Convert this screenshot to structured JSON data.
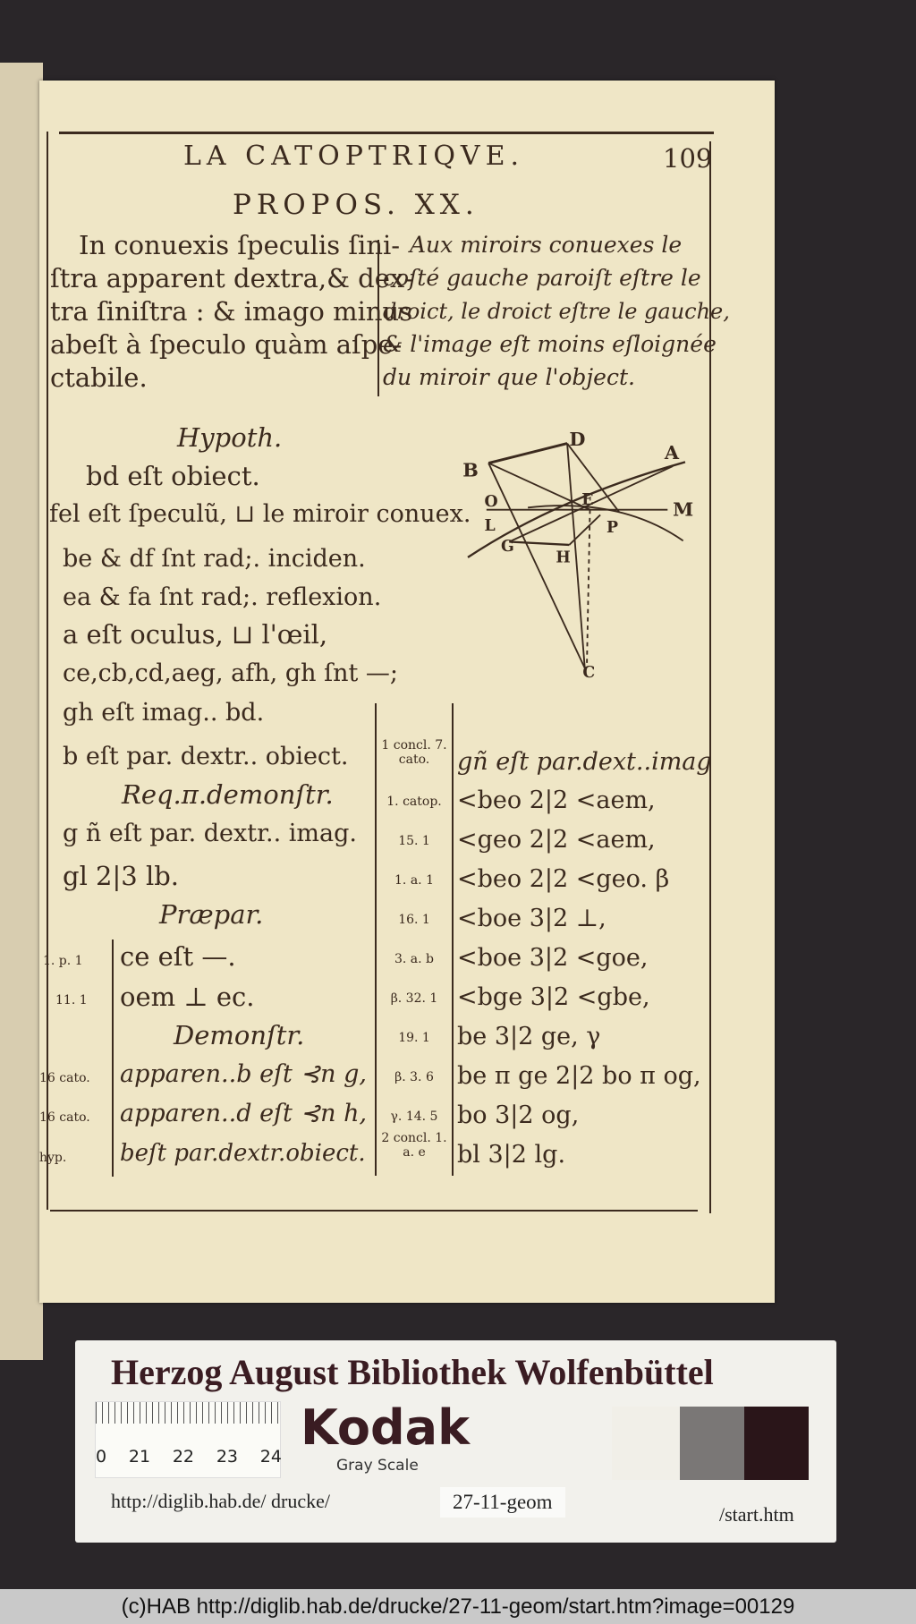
{
  "header": {
    "title": "LA CATOPTRIQVE.",
    "page_number": "109",
    "proposition": "PROPOS. XX."
  },
  "statement": {
    "latin": [
      "In conuexis ſpeculis ſini-",
      "ſtra apparent dextra,& dex-",
      "tra ſiniſtra : & imago minus",
      "abeſt à ſpeculo quàm aſpe-",
      "ctabile."
    ],
    "french": [
      "Aux miroirs conuexes le",
      "coſté gauche paroiſt eſtre le",
      "droict, le droict eſtre le gauche,",
      "& l'image eſt moins eſloignée",
      "du miroir que l'object."
    ]
  },
  "hypothesis": [
    "Hypoth.",
    "bd eſt obiect.",
    "fel eſt ſpeculũ, ⊔ le miroir conuex.",
    "be & df ſnt rad;. inciden.",
    "ea & fa ſnt rad;. reflexion.",
    "a eſt oculus, ⊔ l'œil,",
    "ce,cb,cd,aeg, afh, gh ſnt —;",
    "gh eſt imag.. bd.",
    "b eſt par. dextr.. obiect.",
    "Req.π.demonſtr.",
    "g ñ eſt par. dextr.. imag.",
    "gl 2|3 lb.",
    "Præpar."
  ],
  "prep_rows": [
    {
      "ref": "1. p. 1",
      "text": "ce eſt —."
    },
    {
      "ref": "11. 1",
      "text": "oem ⊥ ec."
    }
  ],
  "demonstr_heading": "Demonſtr.",
  "demo_rows": [
    {
      "ref": "16 cato.",
      "text": "apparen..b eſt ⊰n g,"
    },
    {
      "ref": "16 cato.",
      "text": "apparen..d eſt ⊰n h,"
    },
    {
      "ref": "hyp.",
      "text": "beſt par.dextr.obiect."
    }
  ],
  "right_rows": [
    {
      "ref": "1 concl. 7. cato.",
      "text": "gñ eſt par.dext..imag"
    },
    {
      "ref": "1. catop.",
      "text": "<beo 2|2 <aem,"
    },
    {
      "ref": "15. 1",
      "text": "<geo 2|2 <aem,"
    },
    {
      "ref": "1. a. 1",
      "text": "<beo 2|2 <geo. β"
    },
    {
      "ref": "16. 1",
      "text": "<boe 3|2 ⊥,"
    },
    {
      "ref": "3. a. b",
      "text": "<boe 3|2 <goe,"
    },
    {
      "ref": "β. 32. 1",
      "text": "<bge 3|2 <gbe,"
    },
    {
      "ref": "19. 1",
      "text": "be 3|2 ge,      γ"
    },
    {
      "ref": "β. 3. 6",
      "text": "be π ge 2|2 bo π og,"
    },
    {
      "ref": "γ. 14. 5",
      "text": "bo 3|2 og,"
    },
    {
      "ref": "2 concl. 1. a. e",
      "text": "bl 3|2 lg."
    }
  ],
  "diagram_labels": {
    "D": "D",
    "A": "A",
    "B": "B",
    "O": "O",
    "E": "E",
    "M": "M",
    "L": "L",
    "P": "P",
    "G": "G",
    "H": "H",
    "C": "C"
  },
  "card": {
    "institution": "Herzog August Bibliothek Wolfenbüttel",
    "ruler_labels": [
      "0",
      "21",
      "22",
      "23",
      "24"
    ],
    "brand": "Kodak",
    "brand_sub": "Gray Scale",
    "url_left": "http://diglib.hab.de/ drucke/",
    "signature": "27-11-geom",
    "url_right": "/start.htm",
    "gray_patches": [
      "#f1efe8",
      "#7a7776",
      "#2a1519"
    ]
  },
  "footer": {
    "text": "(c)HAB http://diglib.hab.de/drucke/27-11-geom/start.htm?image=00129"
  }
}
